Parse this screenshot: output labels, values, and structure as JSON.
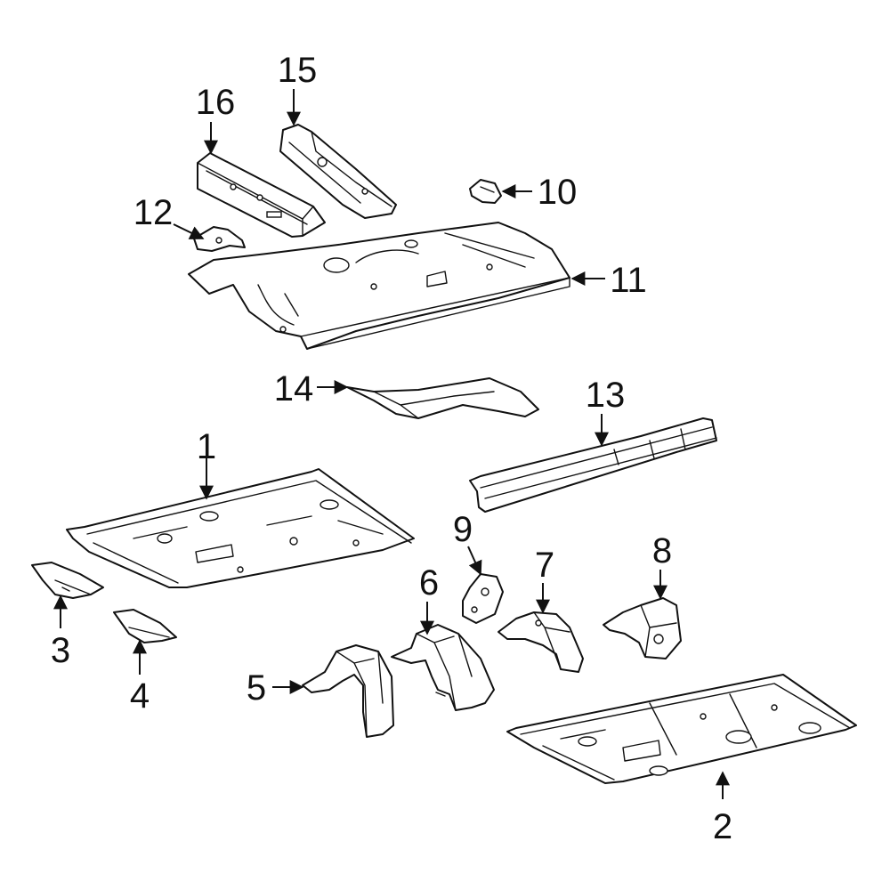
{
  "diagram": {
    "highlight_color": "#3a55c8",
    "line_color": "#111111",
    "callouts": {
      "c1": "1",
      "c2": "2",
      "c3": "3",
      "c4": "4",
      "c5": "5",
      "c6": "6",
      "c7": "7",
      "c8": "8",
      "c9": "9",
      "c10": "10",
      "c11": "11",
      "c12": "12",
      "c13": "13",
      "c14": "14",
      "c15": "15",
      "c16": "16"
    }
  }
}
